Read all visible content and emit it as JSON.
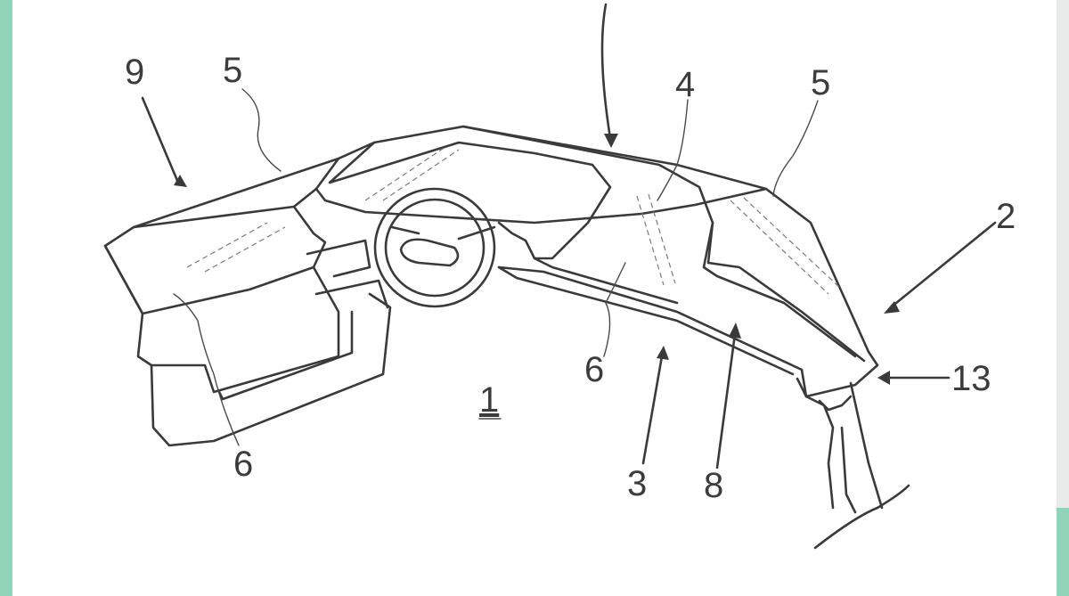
{
  "labels": {
    "l9": "9",
    "l5a": "5",
    "l4": "4",
    "l5b": "5",
    "l2": "2",
    "l13": "13",
    "l1": "1",
    "l6a": "6",
    "l6b": "6",
    "l3": "3",
    "l8": "8"
  },
  "colors": {
    "background": "#8fd4b6",
    "paper": "#ffffff",
    "ink": "#3a3a3a"
  }
}
